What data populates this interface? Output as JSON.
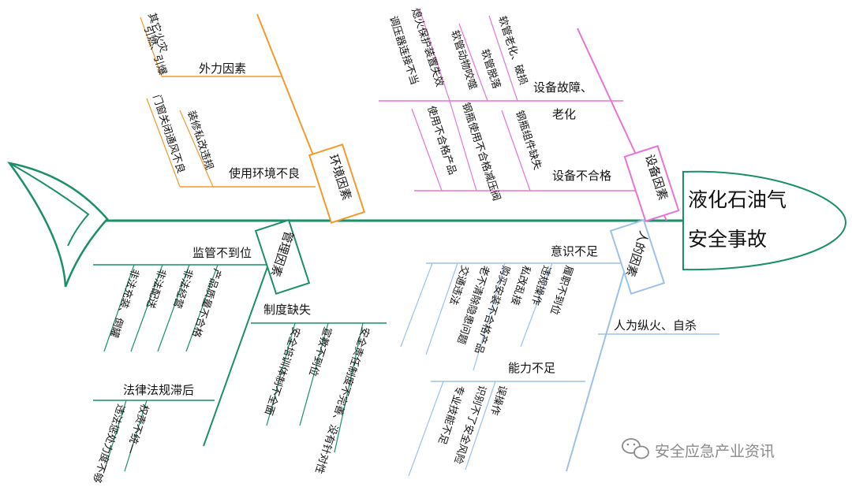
{
  "head": {
    "line1": "液化石油气",
    "line2": "安全事故"
  },
  "colors": {
    "spine": "#1a8f6a",
    "env": "#f29a2e",
    "equip": "#e973d6",
    "people": "#9cc2ea",
    "mgmt": "#1a8f6a"
  },
  "categories": {
    "env": "环境因素",
    "equip": "设备因素",
    "people": "人的因素",
    "mgmt": "管理因素"
  },
  "env": {
    "external": "外力因素",
    "external_causes": [
      "其它火灾",
      "引燃、引爆"
    ],
    "usage": "使用环境不良",
    "usage_causes": [
      "门窗关闭通风不良",
      "装修私改违规"
    ]
  },
  "equip": {
    "failure": "设备故障、",
    "failure2": "老化",
    "failure_causes": [
      "熄火保护装置失效",
      "软管动物咬噬",
      "软管老化、破损",
      "软管脱落",
      "调压器连接不当"
    ],
    "unqualified": "设备不合格",
    "unqualified_causes": [
      "使用不合格产品",
      "钢瓶使用不合格减压阀",
      "钢瓶组件缺失"
    ]
  },
  "people": {
    "awareness": "意识不足",
    "awareness_causes": [
      "履职不到位",
      "违规操作",
      "私改乱接",
      "购买安装不合格产品",
      "老不清除隐患问题",
      "交通违法"
    ],
    "arson": "人为纵火、自杀",
    "ability": "能力不足",
    "ability_causes": [
      "误操作",
      "识别不了安全风险",
      "专业技能不足"
    ]
  },
  "mgmt": {
    "supervision": "监管不到位",
    "supervision_causes": [
      "非法充装、倒罐",
      "非法配送",
      "非法经营",
      "产品质量不合格"
    ],
    "system": "制度缺失",
    "system_causes": [
      "安全培训体制不全面",
      "宣教不到位",
      "安全责任制度不完善、没有针对性"
    ],
    "law": "法律法规滞后",
    "law_causes": [
      "违法惩处力度不够",
      "权责不统一"
    ]
  },
  "watermark": "安全应急产业资讯"
}
